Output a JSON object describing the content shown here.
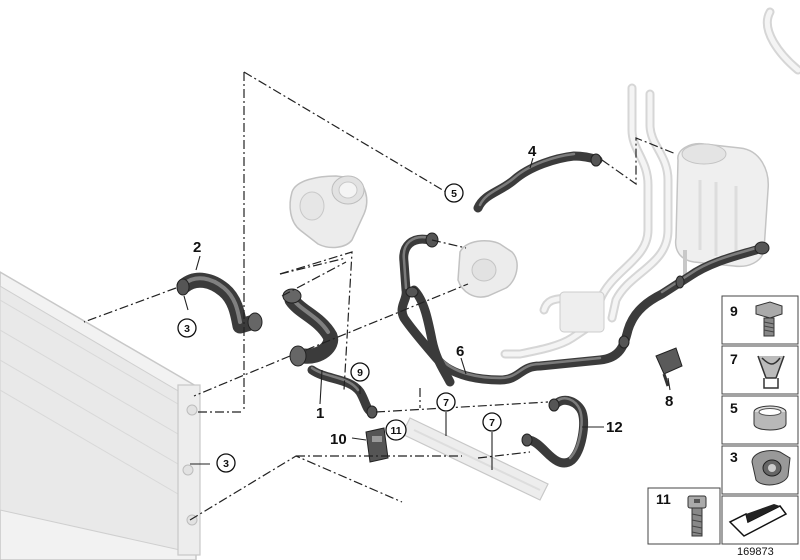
{
  "diagram": {
    "doc_number": "169873",
    "callouts": {
      "c1": "1",
      "c2": "2",
      "c3a": "3",
      "c3b": "3",
      "c4": "4",
      "c5": "5",
      "c6": "6",
      "c7a": "7",
      "c7b": "7",
      "c8": "8",
      "c9": "9",
      "c10": "10",
      "c11": "11",
      "c12": "12"
    },
    "legend": [
      {
        "num": "9",
        "icon": "hex-bolt-icon"
      },
      {
        "num": "7",
        "icon": "spring-clip-icon"
      },
      {
        "num": "5",
        "icon": "hose-clamp-icon"
      },
      {
        "num": "3",
        "icon": "quick-coupling-icon"
      },
      {
        "num": "11",
        "icon": "socket-cap-screw-icon"
      },
      {
        "num": "",
        "icon": "direction-arrow-icon"
      }
    ]
  }
}
